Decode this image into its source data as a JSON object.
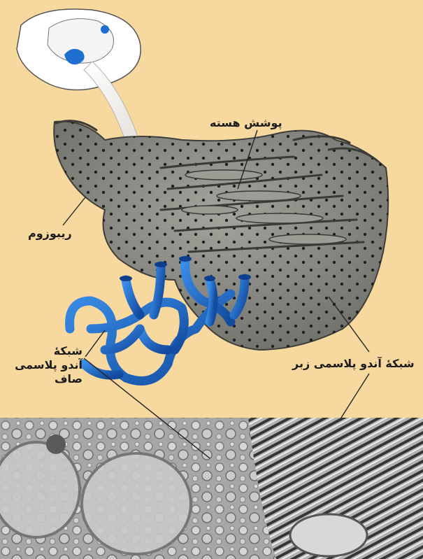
{
  "labels": {
    "nuclear_envelope": "پوشش هسته",
    "ribosome": "ریبوزوم",
    "rough_er": "شبکهٔ آندو پلاسمی زبر",
    "smooth_er_line1": "شبکهٔ",
    "smooth_er_line2": "آندو پلاسمی",
    "smooth_er_line3": "صاف"
  },
  "colors": {
    "background": "#f7d9a0",
    "rough_er": "#8a8a84",
    "smooth_er": "#1f5fc4",
    "micrograph": "#9b9b9b",
    "arrow": "#e8e6e0"
  }
}
